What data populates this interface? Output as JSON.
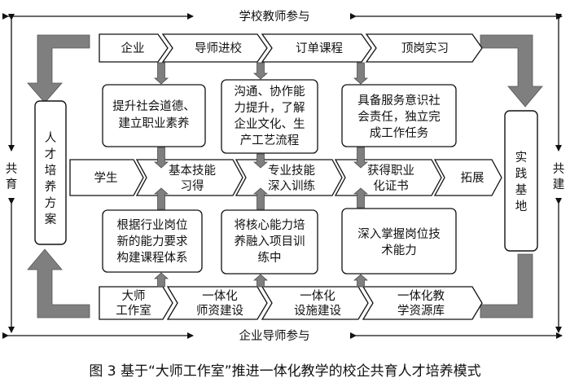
{
  "frame": {
    "top_label": "学校教师参与",
    "bottom_label": "企业导师参与",
    "left_label": [
      "共",
      "育"
    ],
    "right_label": [
      "共",
      "建"
    ]
  },
  "left_box": [
    "人",
    "才",
    "培",
    "养",
    "方",
    "案"
  ],
  "right_box": [
    "实",
    "践",
    "基",
    "地"
  ],
  "top_row": [
    "企业",
    "导师进校",
    "订单课程",
    "顶岗实习"
  ],
  "upper_boxes": [
    [
      "提升社会道德、",
      "建立职业素养"
    ],
    [
      "沟通、协作能",
      "力提升，了解",
      "企业文化、生",
      "产工艺流程"
    ],
    [
      "具备服务意识社",
      "会责任，独立完",
      "成工作任务"
    ]
  ],
  "middle_row": [
    "学生",
    [
      "基本技能",
      "习得"
    ],
    [
      "专业技能",
      "深入训练"
    ],
    [
      "获得职业",
      "化证书"
    ],
    "拓展"
  ],
  "lower_boxes": [
    [
      "根据行业岗位",
      "新的能力要求",
      "构建课程体系"
    ],
    [
      "将核心能力培",
      "养融入项目训",
      "练中"
    ],
    [
      "深入掌握岗位技",
      "术能力"
    ]
  ],
  "bottom_row": [
    [
      "大师",
      "工作室"
    ],
    [
      "一体化",
      "师资建设"
    ],
    [
      "一体化",
      "设施建设"
    ],
    [
      "一体化教",
      "学资源库"
    ]
  ],
  "caption": "图 3 基于“大师工作室”推进一体化教学的校企共育人才培养模式"
}
